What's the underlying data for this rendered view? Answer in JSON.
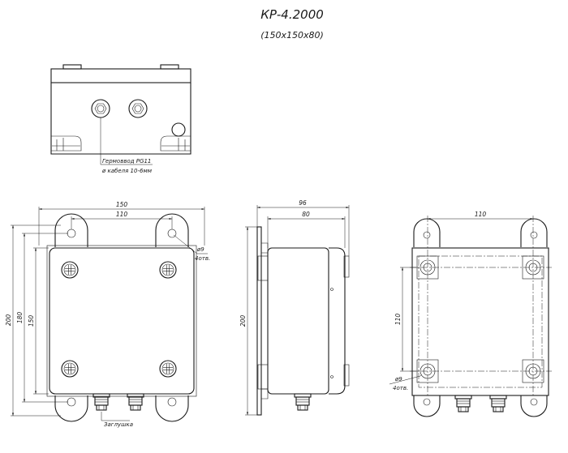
{
  "title": "КР-4.2000",
  "subtitle": "(150х150х80)",
  "callouts": {
    "gland_line1": "Гермоввод PG11",
    "gland_line2": "ø кабеля 10-6мм",
    "hole_front_line1": "ø9",
    "hole_front_line2": "4отв.",
    "hole_back_line1": "ø9",
    "hole_back_line2": "4отв.",
    "plug": "Заглушка"
  },
  "dimensions": {
    "front_width_outer": "150",
    "front_width_holes": "110",
    "front_height_overall": "200",
    "front_height_holes": "180",
    "front_height_body": "150",
    "side_depth_overall": "96",
    "side_depth_body": "80",
    "side_height": "200",
    "back_width_holes": "110",
    "back_height_holes": "110"
  }
}
